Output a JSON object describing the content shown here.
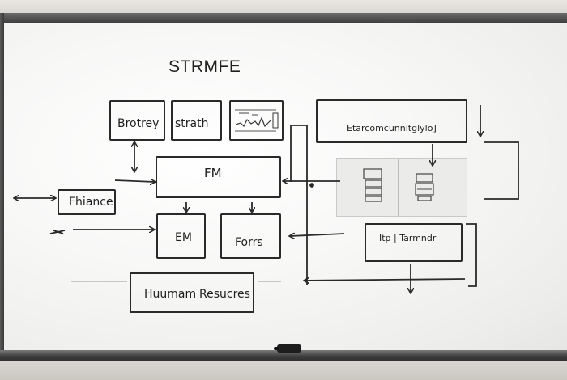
{
  "title": "STRMFE",
  "boxes": {
    "strategy": "Brotrey",
    "strath": "strath",
    "fm": "FM",
    "finance": "Fhiance",
    "em": "EM",
    "forces": "Forrs",
    "human_left": "Huumam",
    "human_right": "Resucres",
    "external": "Etarcomcunnitglylo]",
    "it_terminal": "Itp | Tarmndr"
  },
  "colors": {
    "ink": "#2a2a2a",
    "board": "#f7f7f6",
    "frame": "#4a4a4a"
  }
}
